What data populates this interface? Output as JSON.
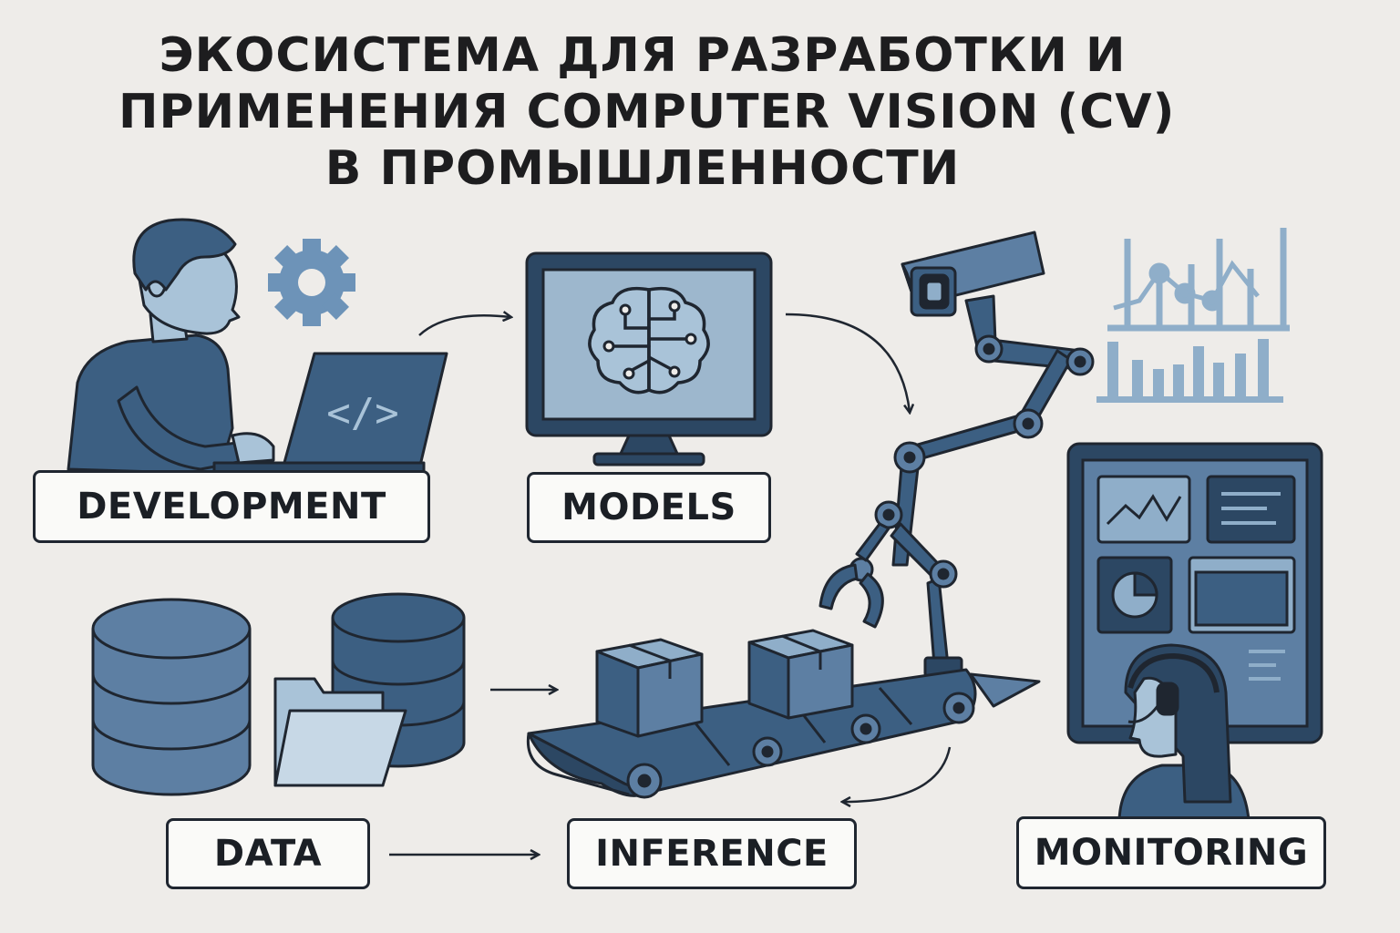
{
  "title": {
    "line1": "ЭКОСИСТЕМА ДЛЯ РАЗРАБОТКИ И",
    "line2": "ПРИМЕНЕНИЯ COMPUTER VISION (CV)",
    "line3": "В ПРОМЫШЛЕННОСТИ"
  },
  "stages": {
    "development": "DEVELOPMENT",
    "models": "MODELS",
    "data": "DATA",
    "inference": "INFERENCE",
    "monitoring": "MONITORING"
  },
  "icons": {
    "laptop_code": "</>"
  },
  "colors": {
    "background": "#eeece9",
    "dark": "#1f2630",
    "blue_dark": "#3c5f82",
    "blue_mid": "#5d7fa3",
    "blue_light": "#a9c3d8",
    "screen": "#9db7cd"
  }
}
